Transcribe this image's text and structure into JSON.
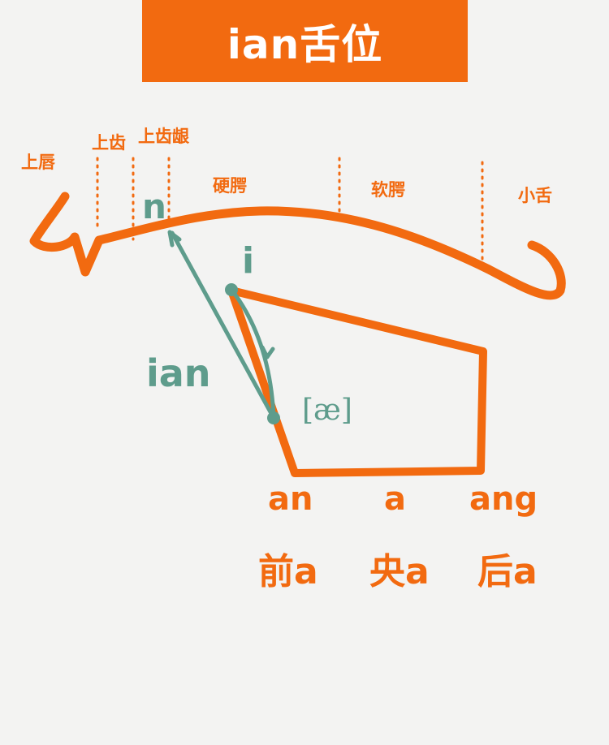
{
  "title": "ian舌位",
  "colors": {
    "accent": "#f26a10",
    "path": "#5e9c8c",
    "background": "#f3f3f2"
  },
  "places": {
    "upper_lip": "上唇",
    "upper_teeth": "上齿",
    "upper_gum": "上齿龈",
    "hard_palate": "硬腭",
    "soft_palate": "软腭",
    "uvula": "小舌"
  },
  "path_labels": {
    "n": "n",
    "i": "i",
    "ian": "ian",
    "ae": "[æ]"
  },
  "vowel_finals": [
    "an",
    "a",
    "ang"
  ],
  "vowel_positions": [
    "前a",
    "央a",
    "后a"
  ]
}
